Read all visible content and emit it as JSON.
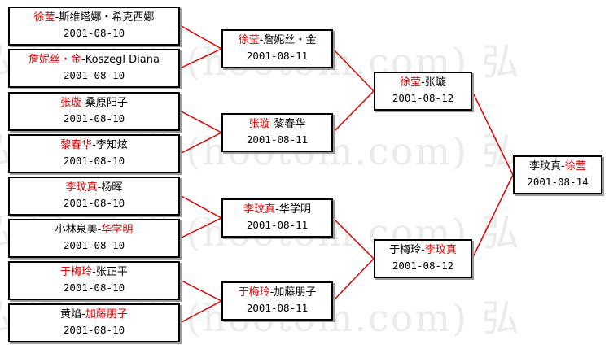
{
  "watermark": "弘 通 围 棋 (hootom.com) 弘",
  "colors": {
    "winner": "#e00000",
    "line": "#e00000"
  },
  "matches": {
    "r1_1": {
      "winner": "徐莹",
      "sep": "-",
      "loser": "斯维塔娜・希克西娜",
      "winner_first": true,
      "date": "2001-08-10"
    },
    "r1_2": {
      "winner": "詹妮丝・金",
      "sep": "-",
      "loser": "Koszegl Diana",
      "winner_first": true,
      "date": "2001-08-10"
    },
    "r1_3": {
      "winner": "张璇",
      "sep": "-",
      "loser": "桑原阳子",
      "winner_first": true,
      "date": "2001-08-10"
    },
    "r1_4": {
      "winner": "黎春华",
      "sep": "-",
      "loser": "李知炫",
      "winner_first": true,
      "date": "2001-08-10"
    },
    "r1_5": {
      "winner": "李玟真",
      "sep": "-",
      "loser": "杨晖",
      "winner_first": true,
      "date": "2001-08-10"
    },
    "r1_6": {
      "winner": "华学明",
      "sep": "-",
      "loser": "小林泉美",
      "winner_first": false,
      "date": "2001-08-10"
    },
    "r1_7": {
      "winner": "于梅玲",
      "sep": "-",
      "loser": "张正平",
      "winner_first": true,
      "date": "2001-08-10"
    },
    "r1_8": {
      "winner": "加藤朋子",
      "sep": "-",
      "loser": "黄焰",
      "winner_first": false,
      "date": "2001-08-10"
    },
    "r2_1": {
      "winner": "徐莹",
      "sep": "-",
      "loser": "詹妮丝・金",
      "winner_first": true,
      "date": "2001-08-11"
    },
    "r2_2": {
      "winner": "张璇",
      "sep": "-",
      "loser": "黎春华",
      "winner_first": true,
      "date": "2001-08-11"
    },
    "r2_3": {
      "winner": "李玟真",
      "sep": "-",
      "loser": "华学明",
      "winner_first": true,
      "date": "2001-08-11"
    },
    "r2_4": {
      "winner": "于梅玲",
      "sep": "-",
      "loser": "加藤朋子",
      "winner_first": true,
      "date": "2001-08-11"
    },
    "r3_1": {
      "winner": "徐莹",
      "sep": "-",
      "loser": "张璇",
      "winner_first": true,
      "date": "2001-08-12"
    },
    "r3_2": {
      "winner": "李玟真",
      "sep": "-",
      "loser": "于梅玲",
      "winner_first": false,
      "date": "2001-08-12"
    },
    "final": {
      "winner": "徐莹",
      "sep": "-",
      "loser": "李玟真",
      "winner_first": false,
      "date": "2001-08-14"
    }
  }
}
